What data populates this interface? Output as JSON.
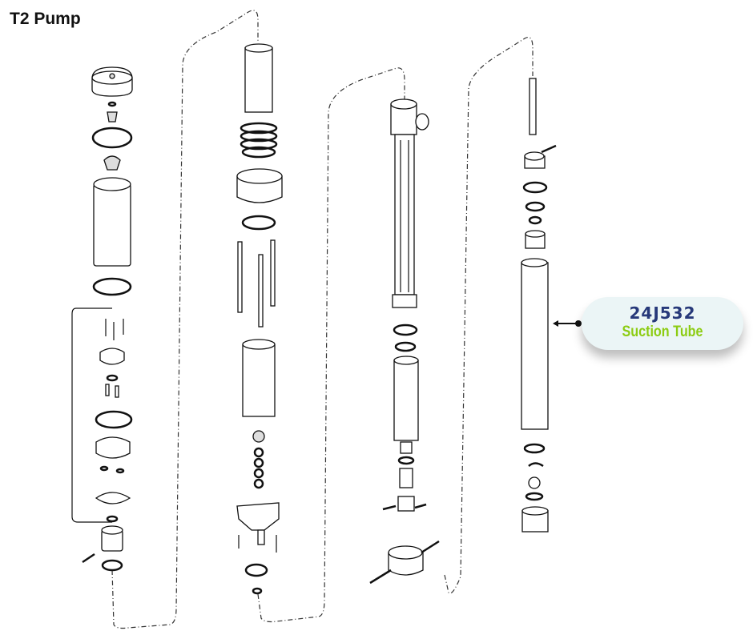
{
  "title": "T2 Pump",
  "callout": {
    "part_number": "24J532",
    "part_name": "Suction Tube"
  },
  "colors": {
    "part_number": "#27397a",
    "part_name": "#8ccc12",
    "callout_bg": "#ebf5f6"
  }
}
